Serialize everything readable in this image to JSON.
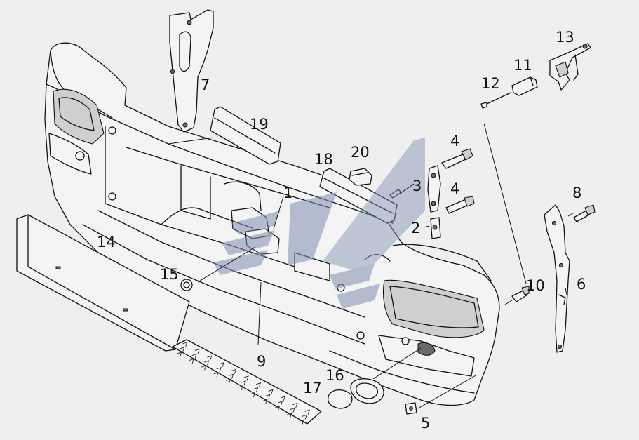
{
  "diagram": {
    "callouts": [
      {
        "id": "c1",
        "label": "1"
      },
      {
        "id": "c2",
        "label": "2"
      },
      {
        "id": "c3",
        "label": "3"
      },
      {
        "id": "c4a",
        "label": "4"
      },
      {
        "id": "c4b",
        "label": "4"
      },
      {
        "id": "c5",
        "label": "5"
      },
      {
        "id": "c6",
        "label": "6"
      },
      {
        "id": "c7",
        "label": "7"
      },
      {
        "id": "c8",
        "label": "8"
      },
      {
        "id": "c9",
        "label": "9"
      },
      {
        "id": "c10",
        "label": "10"
      },
      {
        "id": "c11",
        "label": "11"
      },
      {
        "id": "c12",
        "label": "12"
      },
      {
        "id": "c13",
        "label": "13"
      },
      {
        "id": "c14",
        "label": "14"
      },
      {
        "id": "c15",
        "label": "15"
      },
      {
        "id": "c16",
        "label": "16"
      },
      {
        "id": "c17",
        "label": "17"
      },
      {
        "id": "c18",
        "label": "18"
      },
      {
        "id": "c19",
        "label": "19"
      },
      {
        "id": "c20",
        "label": "20"
      }
    ]
  },
  "colors": {
    "background": "#efefef",
    "line": "#111111",
    "watermark": "#7f8fb0"
  }
}
